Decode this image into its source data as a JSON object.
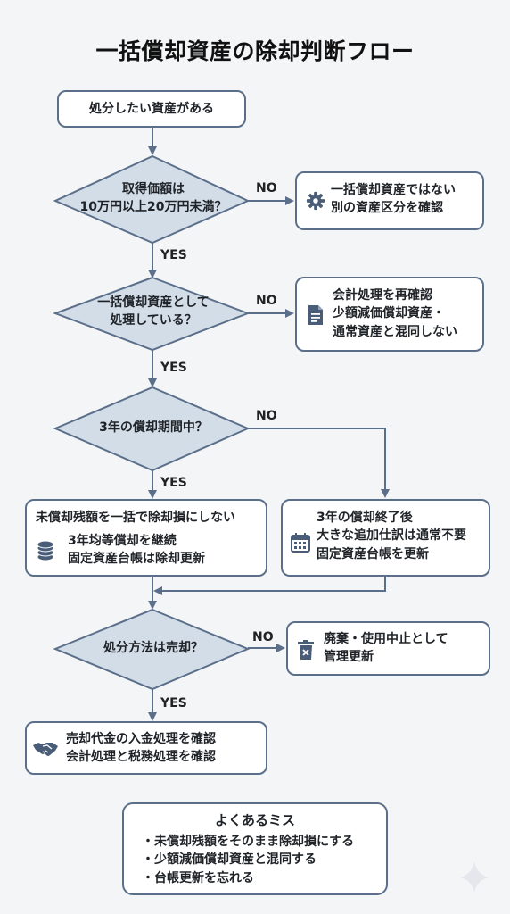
{
  "title": "一括償却資産の除却判断フロー",
  "start": "処分したい資産がある",
  "decisions": [
    {
      "line1": "取得価額は",
      "line2": "10万円以上20万円未満？"
    },
    {
      "line1": "一括償却資産として",
      "line2": "処理している？"
    },
    {
      "line1": "3年の償却期間中？",
      "line2": ""
    },
    {
      "line1": "処分方法は売却？",
      "line2": ""
    }
  ],
  "labels": {
    "no": "NO",
    "yes": "YES"
  },
  "no_boxes": [
    {
      "icon": "gear-icon",
      "lines": [
        "一括償却資産ではない",
        "別の資産区分を確認"
      ]
    },
    {
      "icon": "document-icon",
      "lines": [
        "会計処理を再確認",
        "少額減価償却資産・",
        "通常資産と混同しない"
      ]
    },
    {
      "icon": "calendar-icon",
      "lines": [
        "3年の償却終了後",
        "大きな追加仕訳は通常不要",
        "固定資産台帳を更新"
      ]
    },
    {
      "icon": "trash-icon",
      "lines": [
        "廃棄・使用中止として",
        "管理更新"
      ]
    }
  ],
  "yes_box_period": {
    "icon": "coins-icon",
    "lines": [
      "未償却残額を一括で除却損にしない",
      "3年均等償却を継続",
      "固定資産台帳は除却更新"
    ]
  },
  "yes_box_sale": {
    "icon": "handshake-icon",
    "lines": [
      "売却代金の入金処理を確認",
      "会計処理と税務処理を確認"
    ]
  },
  "mistakes": {
    "title": "よくあるミス",
    "items": [
      "・未償却残額をそのまま除却損にする",
      "・少額減価償却資産と混同する",
      "・台帳更新を忘れる"
    ]
  },
  "colors": {
    "line": "#5b6f8a",
    "diamond_fill": "#d3dde8",
    "icon": "#4a5d78"
  }
}
